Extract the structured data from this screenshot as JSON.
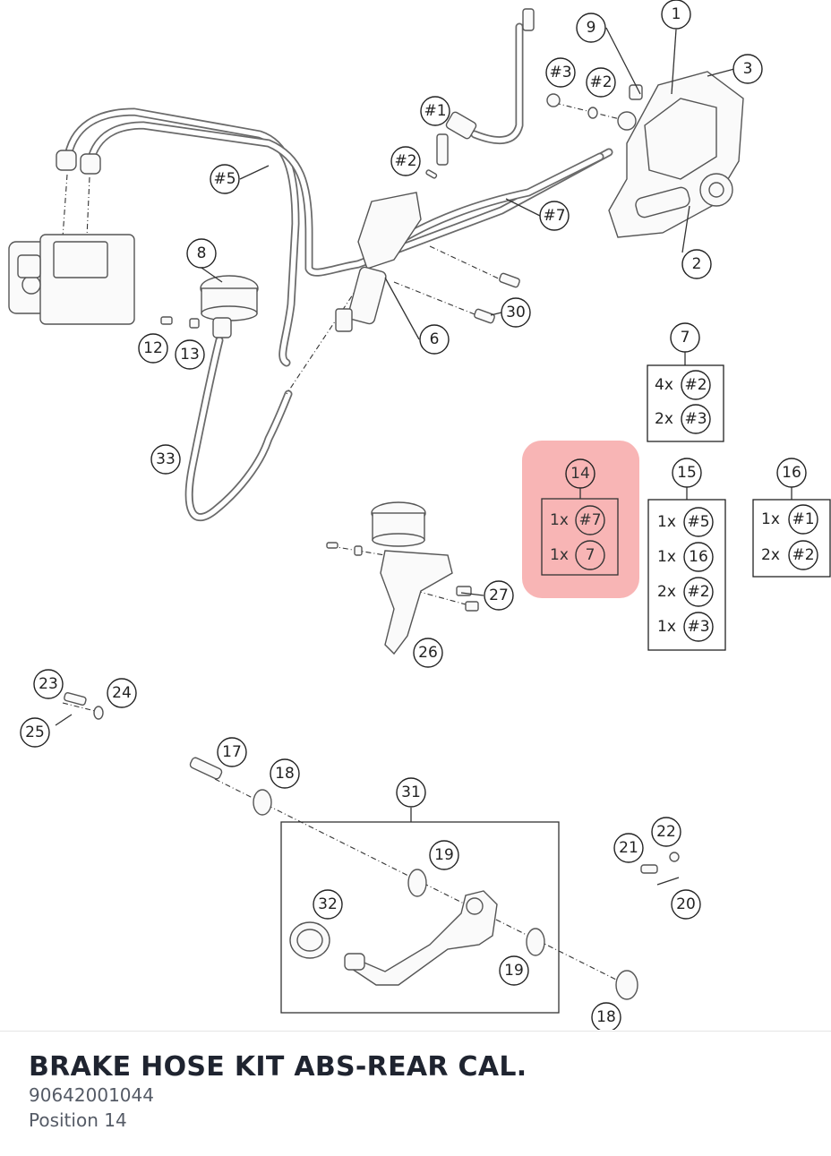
{
  "product": {
    "title": "BRAKE HOSE KIT ABS-REAR CAL.",
    "part_number": "90642001044",
    "position": "Position 14"
  },
  "highlight": {
    "color": "#f7a8a8",
    "position": "14"
  },
  "callouts": {
    "c1": "1",
    "c2": "2",
    "c3": "3",
    "c6": "6",
    "c8": "8",
    "c9": "9",
    "c12": "12",
    "c13": "13",
    "c17": "17",
    "c18a": "18",
    "c18b": "18",
    "c19a": "19",
    "c19b": "19",
    "c20": "20",
    "c21": "21",
    "c22": "22",
    "c23": "23",
    "c24": "24",
    "c25": "25",
    "c26": "26",
    "c27": "27",
    "c30": "30",
    "c31": "31",
    "c32": "32",
    "c33": "33",
    "h1": "#1",
    "h2a": "#2",
    "h2b": "#2",
    "h3": "#3",
    "h5": "#5",
    "h7": "#7"
  },
  "kits": [
    {
      "id": "7",
      "items": [
        {
          "qty": "4x",
          "ref": "#2"
        },
        {
          "qty": "2x",
          "ref": "#3"
        }
      ]
    },
    {
      "id": "14",
      "items": [
        {
          "qty": "1x",
          "ref": "#7"
        },
        {
          "qty": "1x",
          "ref": "7"
        }
      ]
    },
    {
      "id": "15",
      "items": [
        {
          "qty": "1x",
          "ref": "#5"
        },
        {
          "qty": "1x",
          "ref": "16"
        },
        {
          "qty": "2x",
          "ref": "#2"
        },
        {
          "qty": "1x",
          "ref": "#3"
        }
      ]
    },
    {
      "id": "16",
      "items": [
        {
          "qty": "1x",
          "ref": "#1"
        },
        {
          "qty": "2x",
          "ref": "#2"
        }
      ]
    }
  ]
}
